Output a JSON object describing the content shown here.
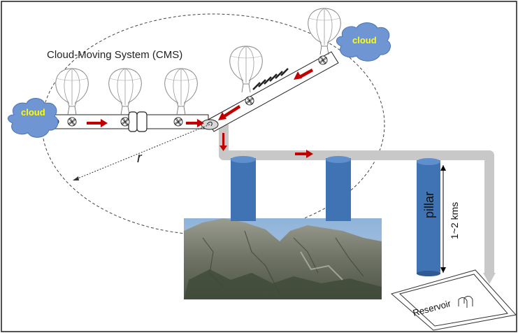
{
  "diagram": {
    "title": "Cloud-Moving System (CMS)",
    "cloud_label_left": "cloud",
    "cloud_label_right": "cloud",
    "radius_label": "r",
    "pillar_label": "pillar",
    "height_label": "1~2 kms",
    "reservoir_label": "Reservoir"
  },
  "colors": {
    "pipe": "#c8c8c8",
    "pillar": "#3f73b4",
    "cloud": "#6f96d3",
    "cloud_text": "#ffff00",
    "arrow": "#c00000",
    "frame": "#1a1a1a"
  },
  "icons": [
    "balloon-icon",
    "fan-icon",
    "cloud-icon",
    "arrow-icon",
    "mountain-image"
  ]
}
